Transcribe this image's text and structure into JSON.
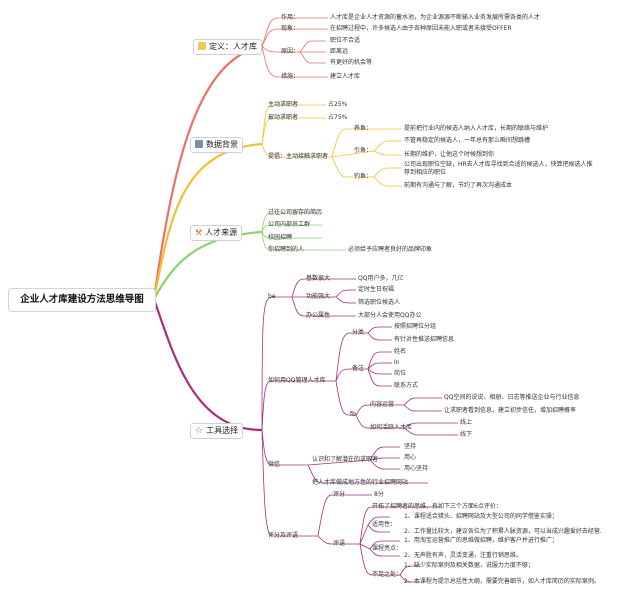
{
  "root": "企业人才库建设方法思维导图",
  "colors": {
    "b1": "#ef6f66",
    "b2": "#f2bf35",
    "b3": "#8bd26a",
    "b4": "#a5307f",
    "sub": "#b9b9b9"
  },
  "b1": {
    "label": "定义：人才库",
    "icon": "note-icon",
    "items": {
      "zuoyong": "作用：",
      "zuoyong_text": "人才库是企业人才资源的蓄水池，为企业源源不断输入业务发展所需各类的人才",
      "xianxiang": "现象：",
      "xianxiang_text": "在招聘过程中，许多候选人由于各种原因未能入职或者未接受OFFER",
      "yuanyin": "原因：",
      "yuanyin_1": "职位不合适",
      "yuanyin_2": "距离远",
      "yuanyin_3": "有更好的机会等",
      "cuoshi": "措施：",
      "cuoshi_text": "建立人才库"
    }
  },
  "b2": {
    "label": "数据背景",
    "icon": "database-icon",
    "zhudong": "主动求职者",
    "zhudong_pct": "占25%",
    "beidong": "被动求职者",
    "beidong_pct": "占75%",
    "tisheng": "提倡：主动接触求职者",
    "yangyu": "养鱼：",
    "yangyu_text": "提前把行业内的候选人纳入人才库，长期的联络与维护",
    "yindiao": "引鱼：",
    "yindiao_1": "不管再稳定的候选人，一年总有那么瞬间想跳槽",
    "yindiao_2": "长期的维护，让他这个时候想到你",
    "diaoyu": "钓鱼：",
    "diaoyu_1": "公司出现职位空缺，HR去人才库寻找到合适的候选人，快算把候选人推荐到相应的职位",
    "diaoyu_2": "前期有沟通与了解，节约了再次沟通成本"
  },
  "b3": {
    "label": "人才来源",
    "icon": "tools-icon",
    "items": [
      "过往公司留存的简历",
      "公司内部员工群",
      "校园招聘",
      "你招聘到的人"
    ],
    "note": "必须给予应聘者良好的品牌印象"
  },
  "b4": {
    "label": "工具选择",
    "icon": "star-icon",
    "be": "be",
    "be_children": {
      "jishu": "基数很大",
      "jishu_text": "QQ用户多，几亿",
      "gongneng": "功能强大",
      "gongneng_1": "定时生日祝福",
      "gongneng_2": "筛选职位候选人",
      "bangong": "办公属性",
      "bangong_text": "大部分人会使用QQ办公"
    },
    "qq": "如何用QQ管理人才库",
    "fenlei": "分类",
    "fenlei_1": "按照招聘位分组",
    "fenlei_2": "有针对性推送招聘信息",
    "beizhu": "备注",
    "beizhu_items": [
      "姓名",
      "In",
      "岗位",
      "联系方式"
    ],
    "fb": "fb",
    "neirong": "内容运营",
    "neirong_1": "QQ空间的说说、相册、日志等推送企业与行业信息",
    "neirong_2": "让求职者看到信息，建立初步信任，增加招聘概率",
    "huoyue": "如何活跃人才库",
    "huoyue_1": "线上",
    "huoyue_2": "线下",
    "weixin": "微信",
    "renshi": "认识和了解潜在的求职者",
    "renshi_items": [
      "坚持",
      "用心",
      "用心坚持"
    ],
    "tuiren": "把人才库做成地方性的行业招聘网站",
    "pingfen": "评分及评语",
    "pingfen_label": "评分",
    "pingfen_value": "8分",
    "pingyu": "评语",
    "pingyu_intro": "开拓了招聘者的思维，有如下三个方面6点评价：",
    "shiyong": "适用性：",
    "shiyong_1": "1、课程适合猎头、招聘网站及大型公司的同学借鉴实操；",
    "shiyong_2": "2、工作量比较大，建议各位为了积累人脉资源，可以当成兴趣爱好去经营.",
    "liangdian": "课程亮点：",
    "liangdian_1": "1、用淘宝运营推广的思维做招聘，维护客户并进行推广；",
    "liangdian_2": "2、无声胜有声，灵活变通，注重行销思维。",
    "buzu": "不足之处：",
    "buzu_1": "1、缺少实际案例及相关数据，说服力力度不够；",
    "buzu_2": "2、本课程为提示总括性大纲，需要完善细节，如人才库简历的实际案例。"
  }
}
